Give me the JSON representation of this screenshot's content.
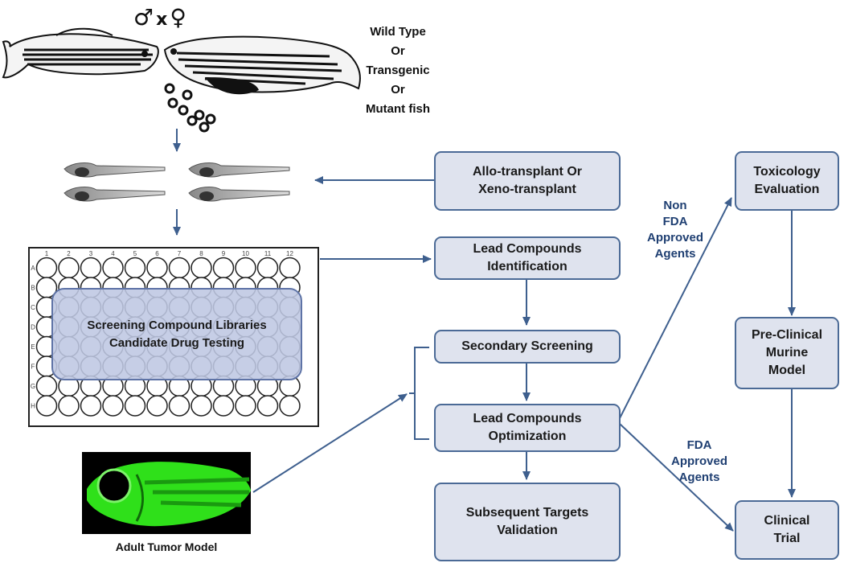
{
  "header": {
    "male_symbol": "♂",
    "cross": "x",
    "female_symbol": "♀"
  },
  "fish_types": {
    "lines": [
      "Wild Type",
      "Or",
      "Transgenic",
      "Or",
      "Mutant fish"
    ]
  },
  "plate": {
    "columns": [
      "1",
      "2",
      "3",
      "4",
      "5",
      "6",
      "7",
      "8",
      "9",
      "10",
      "11",
      "12"
    ],
    "rows": [
      "A",
      "B",
      "C",
      "D",
      "E",
      "F",
      "G",
      "H"
    ],
    "overlay_lines": [
      "Screening Compound Libraries",
      "Candidate Drug Testing"
    ]
  },
  "tumor": {
    "caption": "Adult Tumor Model"
  },
  "boxes": {
    "transplant": [
      "Allo-transplant Or",
      "Xeno-transplant"
    ],
    "lead_id": [
      "Lead Compounds",
      "Identification"
    ],
    "secondary": [
      "Secondary Screening"
    ],
    "lead_opt": [
      "Lead Compounds",
      "Optimization"
    ],
    "subsequent": [
      "Subsequent Targets",
      "Validation"
    ],
    "toxicology": [
      "Toxicology",
      "Evaluation"
    ],
    "preclinical": [
      "Pre-Clinical",
      "Murine",
      "Model"
    ],
    "clinical": [
      "Clinical",
      "Trial"
    ]
  },
  "labels": {
    "non_fda": [
      "Non",
      "FDA",
      "Approved",
      "Agents"
    ],
    "fda": [
      "FDA",
      "Approved",
      "Agents"
    ]
  },
  "colors": {
    "box_fill": "#dfe3ee",
    "box_border": "#4b6a96",
    "arrow": "#3e5f8e",
    "label_text": "#1f3f72",
    "tumor_green": "#2fe01a"
  }
}
